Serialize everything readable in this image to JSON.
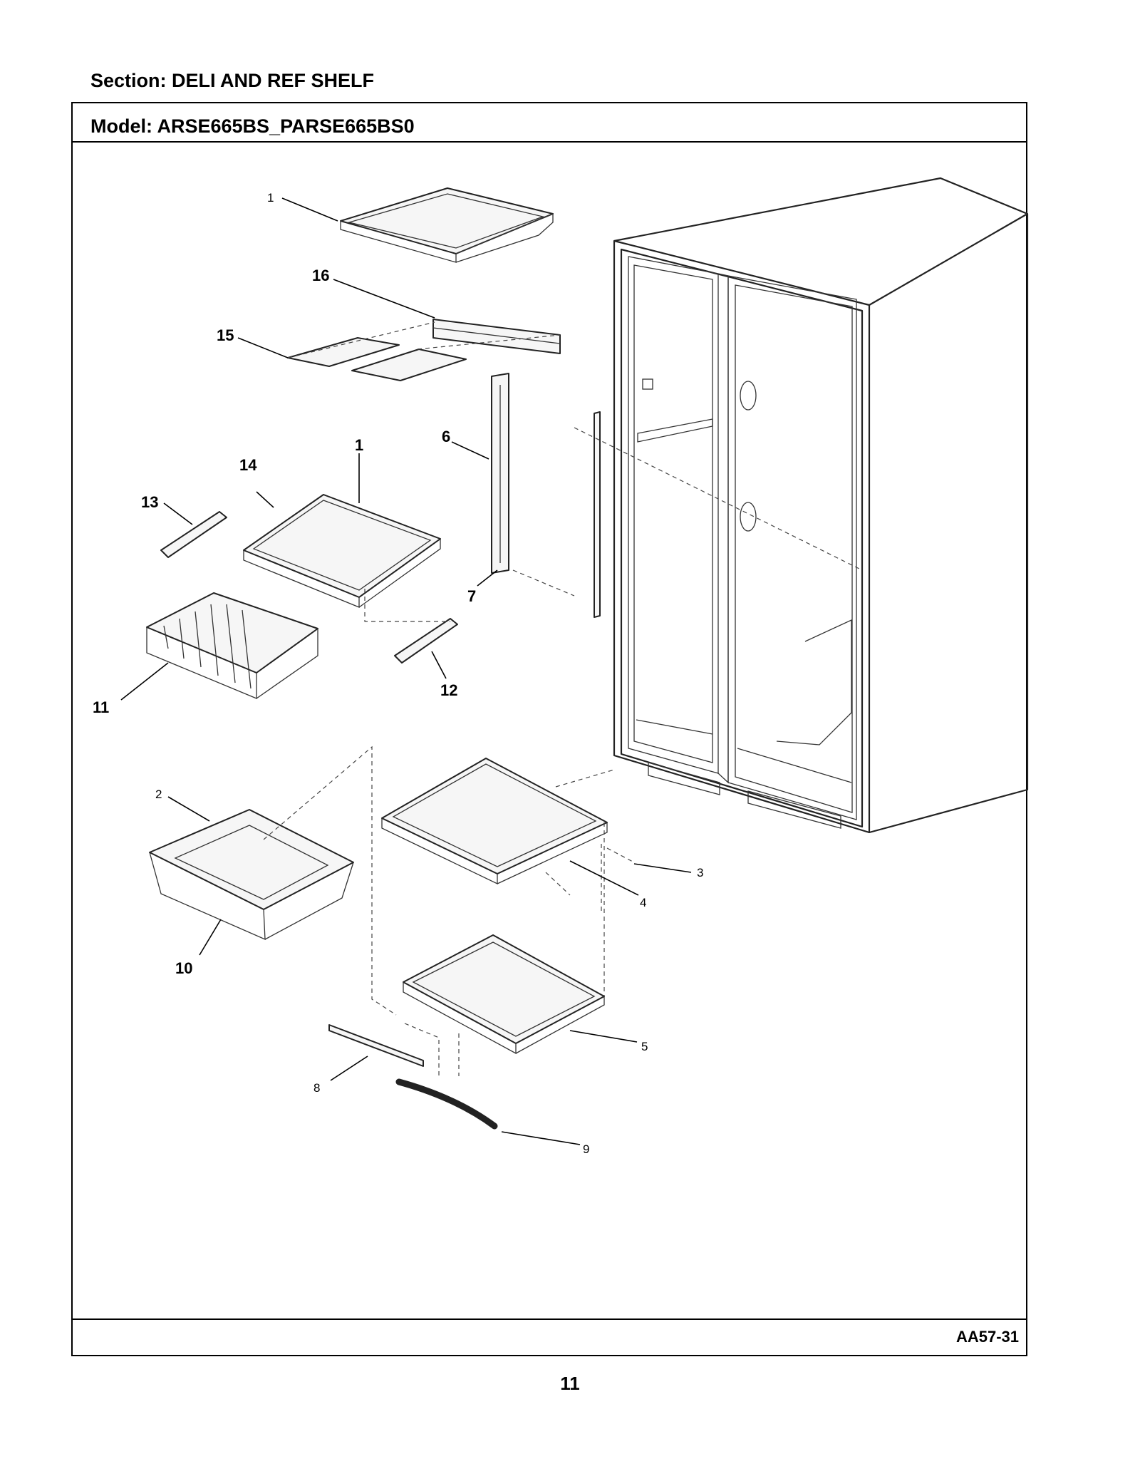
{
  "header": {
    "section": "Section:  DELI AND REF SHELF",
    "model": "Model:  ARSE665BS_PARSE665BS0"
  },
  "footer": {
    "code": "AA57-31",
    "page_number": "11"
  },
  "callouts": {
    "c1_top": "1",
    "c16": "16",
    "c15": "15",
    "c1_mid": "1",
    "c14": "14",
    "c13": "13",
    "c6": "6",
    "c7": "7",
    "c12": "12",
    "c11": "11",
    "c2": "2",
    "c10": "10",
    "c3": "3",
    "c4": "4",
    "c5": "5",
    "c8": "8",
    "c9": "9"
  }
}
